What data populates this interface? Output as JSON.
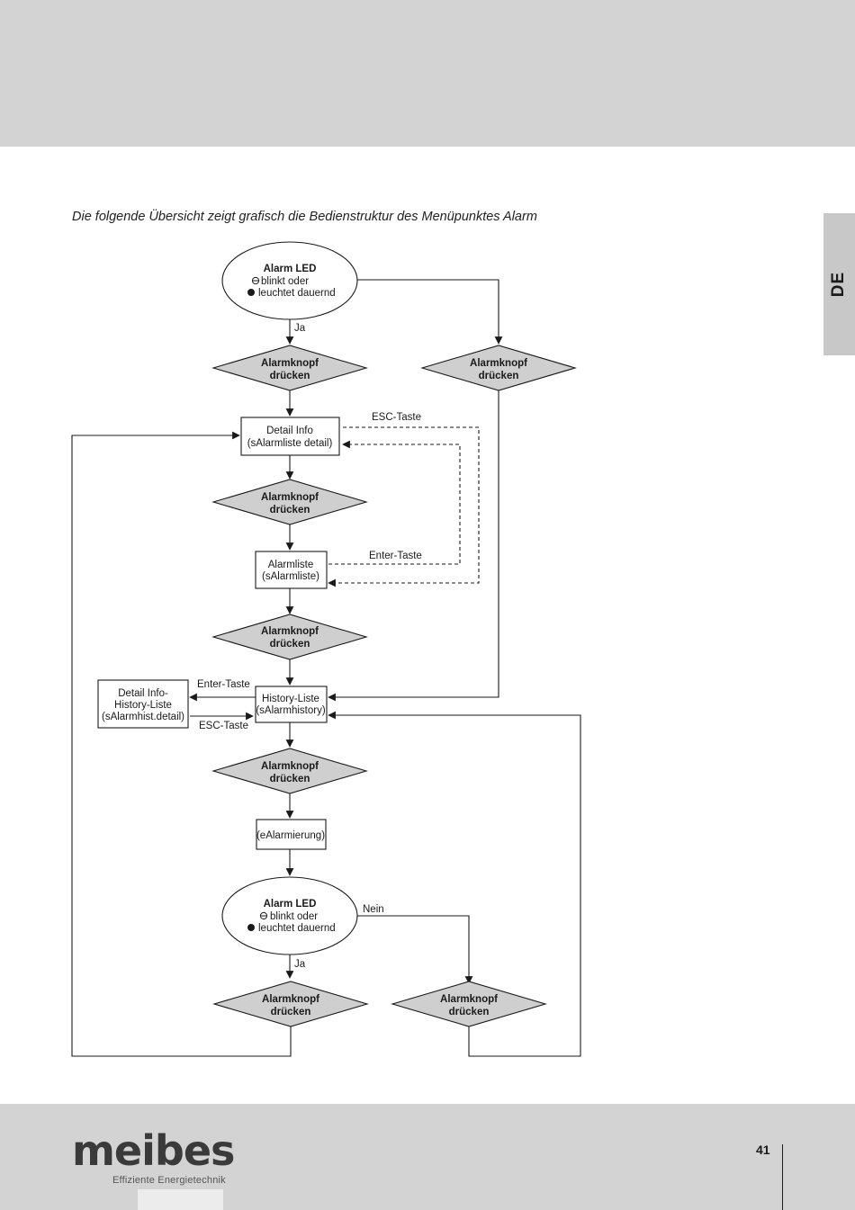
{
  "header": {
    "language_tab": "DE"
  },
  "intro_text": "Die folgende Übersicht zeigt grafisch die Bedienstruktur des Menüpunktes Alarm",
  "flowchart": {
    "alarm_led_1": {
      "title": "Alarm LED",
      "line1": "blinkt oder",
      "line2": "leuchtet dauernd"
    },
    "alarm_led_2": {
      "title": "Alarm LED",
      "line1": "blinkt oder",
      "line2": "leuchtet dauernd"
    },
    "action_line1": "Alarmknopf",
    "action_line2": "drücken",
    "detail_info": {
      "line1": "Detail Info",
      "line2": "(sAlarmliste detail)"
    },
    "alarmliste": {
      "line1": "Alarmliste",
      "line2": "(sAlarmliste)"
    },
    "history_liste": {
      "line1": "History-Liste",
      "line2": "(sAlarmhistory)"
    },
    "detail_history": {
      "line1": "Detail Info-",
      "line2": "History-Liste",
      "line3": "(sAlarmhist.detail)"
    },
    "ealarmierung": "(eAlarmierung)",
    "labels": {
      "ja": "Ja",
      "nein": "Nein",
      "esc_taste": "ESC-Taste",
      "enter_taste": "Enter-Taste"
    }
  },
  "footer": {
    "brand": "meibes",
    "tagline": "Effiziente Energietechnik",
    "page_number": "41"
  },
  "colors": {
    "diamond_fill": "#cfcfcf",
    "band": "#d3d3d3"
  }
}
